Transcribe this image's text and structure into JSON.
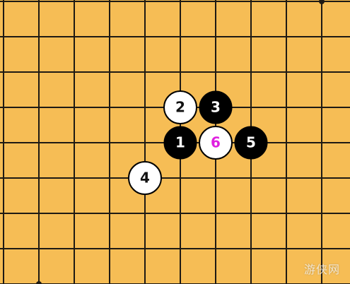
{
  "board": {
    "background_color": "#f6bd55",
    "line_color": "#1e1a14",
    "stones": [
      {
        "label": "1",
        "color": "black",
        "label_color": "#ffffff",
        "col": 5,
        "row": 4
      },
      {
        "label": "2",
        "color": "white",
        "label_color": "#111111",
        "col": 5,
        "row": 3
      },
      {
        "label": "3",
        "color": "black",
        "label_color": "#ffffff",
        "col": 6,
        "row": 3
      },
      {
        "label": "4",
        "color": "white",
        "label_color": "#111111",
        "col": 4,
        "row": 5
      },
      {
        "label": "5",
        "color": "black",
        "label_color": "#ffffff",
        "col": 7,
        "row": 4
      },
      {
        "label": "6",
        "color": "white",
        "label_color": "#e020e0",
        "col": 6,
        "row": 4
      }
    ],
    "star_points": [
      {
        "col": 1,
        "row": 8
      },
      {
        "col": 9,
        "row": 0
      }
    ]
  },
  "watermark": {
    "text": "游侠网"
  }
}
